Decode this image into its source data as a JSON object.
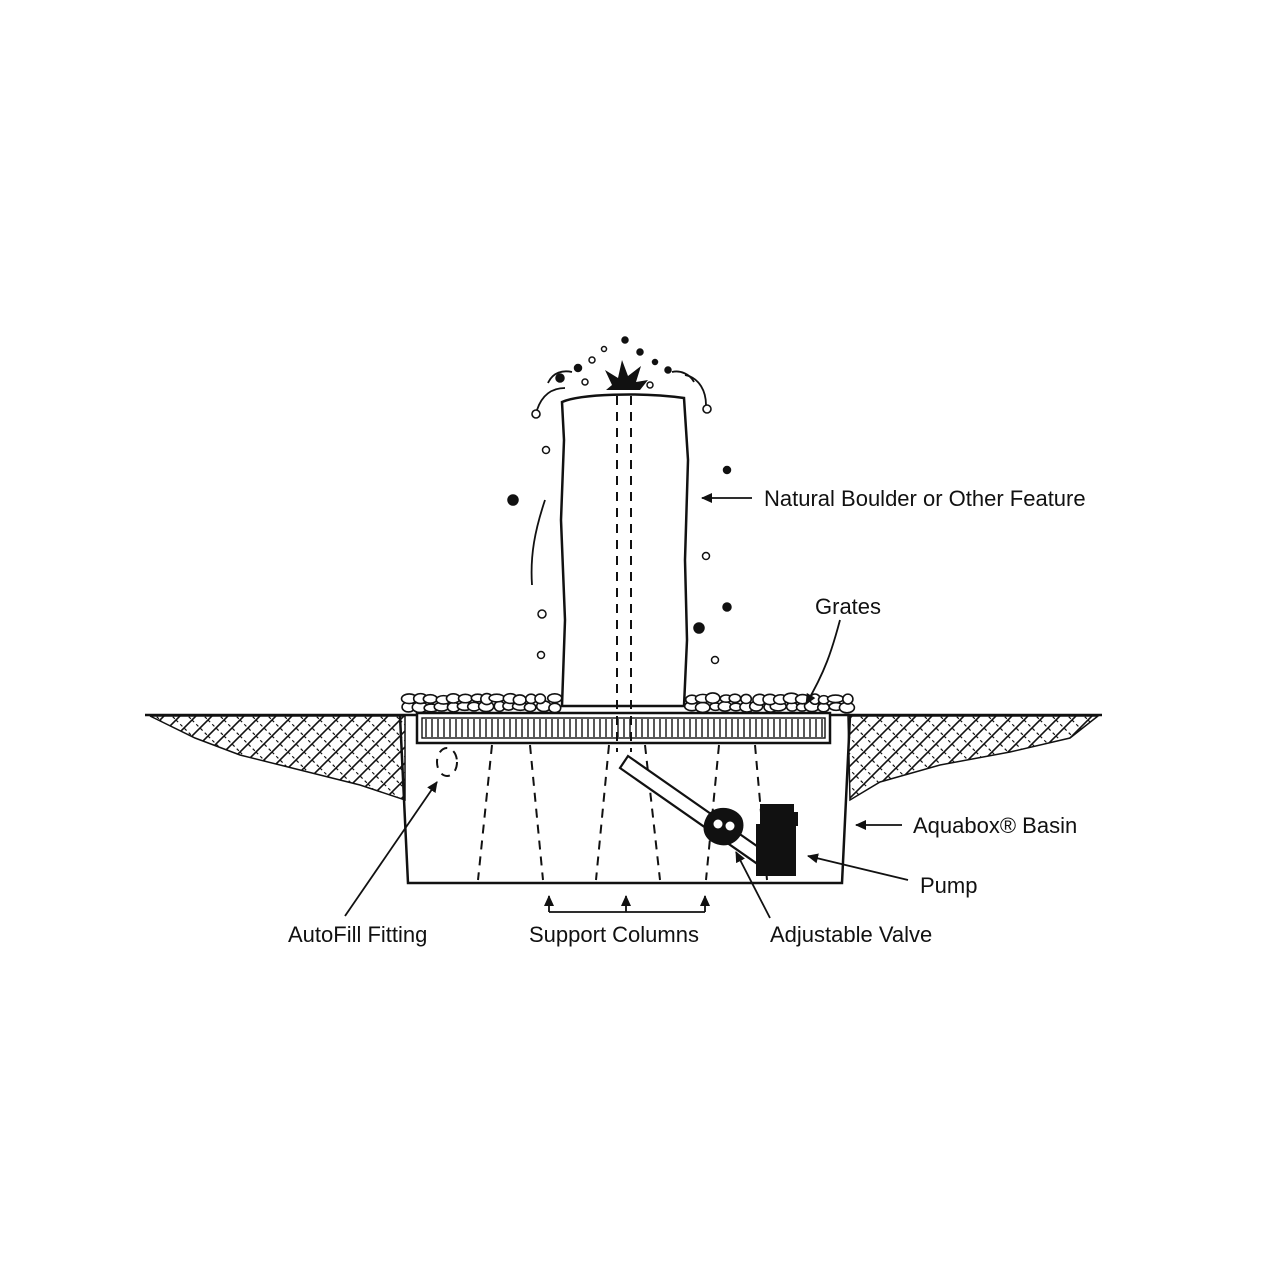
{
  "labels": {
    "boulder": "Natural Boulder or Other Feature",
    "grates": "Grates",
    "basin": "Aquabox® Basin",
    "pump": "Pump",
    "autofill": "AutoFill Fitting",
    "columns": "Support Columns",
    "valve": "Adjustable Valve"
  }
}
